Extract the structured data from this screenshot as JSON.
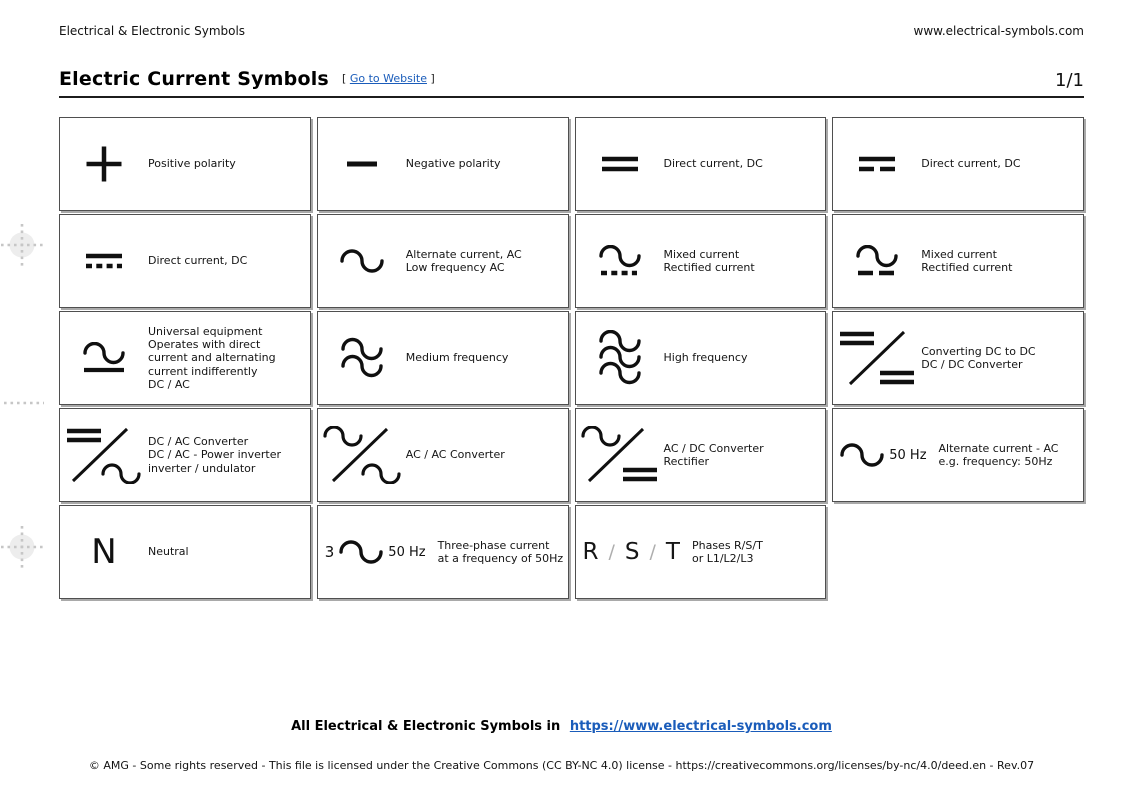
{
  "page": {
    "header_left": "Electrical & Electronic Symbols",
    "header_right": "www.electrical-symbols.com",
    "title": "Electric Current Symbols",
    "bracket_open": "[",
    "go_to_website": "Go to Website",
    "bracket_close": "]",
    "page_number": "1/1"
  },
  "colors": {
    "link_blue": "#1a5cba",
    "symbol_ink": "#101010",
    "cell_border": "#4f4f4f",
    "cell_shadow": "#a9a9a9",
    "marker_gray": "#c6c6c6"
  },
  "grid": {
    "cells": [
      {
        "symbol": "plus-icon",
        "label": [
          "Positive polarity"
        ]
      },
      {
        "symbol": "minus-icon",
        "label": [
          "Negative polarity"
        ]
      },
      {
        "symbol": "dc-two-lines-icon",
        "label": [
          "Direct current, DC"
        ]
      },
      {
        "symbol": "dc-line-dash-icon",
        "label": [
          "Direct current, DC"
        ]
      },
      {
        "symbol": "dc-line-dot-icon",
        "label": [
          "Direct current, DC"
        ]
      },
      {
        "symbol": "sine-icon",
        "label": [
          "Alternate current, AC",
          "Low frequency AC"
        ]
      },
      {
        "symbol": "sine-over-dots-icon",
        "label": [
          "Mixed current",
          "Rectified current"
        ]
      },
      {
        "symbol": "sine-over-dashes-icon",
        "label": [
          "Mixed current",
          "Rectified current"
        ]
      },
      {
        "symbol": "sine-over-line-icon",
        "label": [
          "Universal equipment",
          "Operates with direct",
          "current and alternating",
          "current indifferently",
          "DC / AC"
        ]
      },
      {
        "symbol": "double-sine-icon",
        "label": [
          "Medium frequency"
        ]
      },
      {
        "symbol": "triple-sine-icon",
        "label": [
          "High frequency"
        ]
      },
      {
        "symbol": "dc-dc-converter-icon",
        "label": [
          "Converting DC to DC",
          "DC / DC Converter"
        ]
      },
      {
        "symbol": "dc-ac-converter-icon",
        "label": [
          "DC / AC Converter",
          "DC / AC - Power inverter",
          "inverter / undulator"
        ]
      },
      {
        "symbol": "ac-ac-converter-icon",
        "label": [
          "AC / AC Converter"
        ]
      },
      {
        "symbol": "ac-dc-converter-icon",
        "label": [
          "AC / DC Converter",
          "Rectifier"
        ]
      },
      {
        "symbol": "sine-icon",
        "suffix": "50 Hz",
        "wide": true,
        "label": [
          "Alternate current - AC",
          "e.g. frequency: 50Hz"
        ]
      },
      {
        "symbol": "letter-n-symbol",
        "glyph": "N",
        "label": [
          "Neutral"
        ]
      },
      {
        "symbol": "three-phase-sine-icon",
        "prefix": "3",
        "suffix": "50 Hz",
        "wide": true,
        "label": [
          "Three-phase current",
          "at a frequency of 50Hz"
        ]
      },
      {
        "symbol": "phases-rst-symbol",
        "parts": [
          "R",
          "/",
          "S",
          "/",
          "T"
        ],
        "wide": true,
        "label": [
          "Phases R/S/T",
          "or L1/L2/L3"
        ]
      }
    ]
  },
  "footer": {
    "bold_prefix": "All Electrical & Electronic Symbols in",
    "bold_link": "https://www.electrical-symbols.com",
    "copyright": "© AMG - Some rights reserved - This file is licensed under the Creative Commons (CC BY-NC 4.0) license - https://creativecommons.org/licenses/by-nc/4.0/deed.en - Rev.07"
  },
  "decorations": [
    "dotted-crosshair-marker",
    "dotted-row-marker",
    "dotted-crosshair-marker"
  ]
}
